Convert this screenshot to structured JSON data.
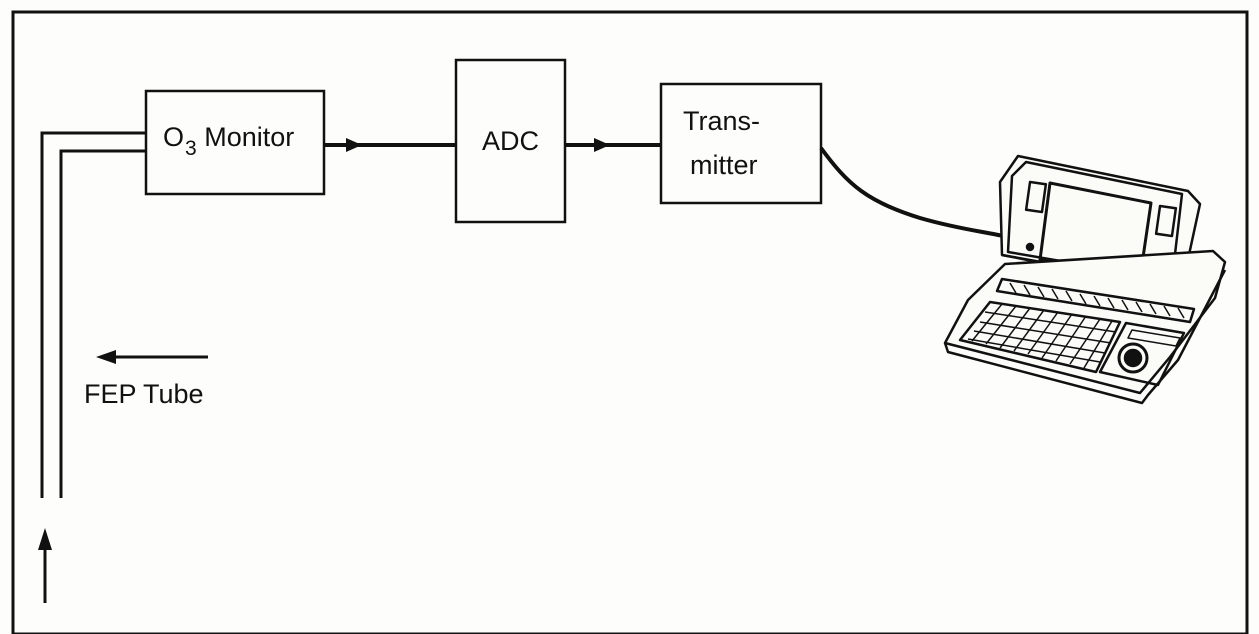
{
  "diagram": {
    "boxes": {
      "o3_monitor": {
        "main": "O",
        "subscript": "3",
        "rest": " Monitor"
      },
      "adc": {
        "label": "ADC"
      },
      "transmitter": {
        "line1": "Trans-",
        "line2": "mitter"
      }
    },
    "tube_label": "FEP Tube",
    "computer_icon": "laptop-computer-icon",
    "colors": {
      "ink": "#111111",
      "paper": "#fdfdfb"
    }
  }
}
